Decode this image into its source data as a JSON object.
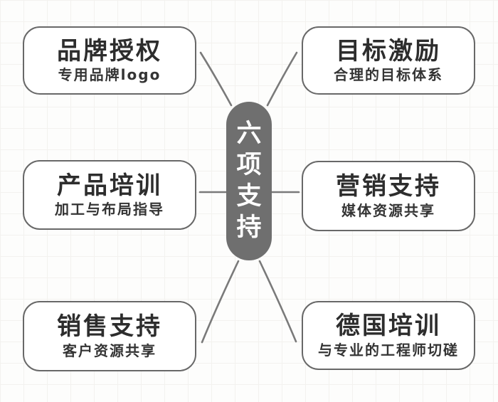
{
  "diagram": {
    "center": {
      "label": "六项支持"
    },
    "nodes": [
      {
        "id": "brand-authorization",
        "title": "品牌授权",
        "subtitle": "专用品牌logo",
        "position": "top-left"
      },
      {
        "id": "goal-incentive",
        "title": "目标激励",
        "subtitle": "合理的目标体系",
        "position": "top-right"
      },
      {
        "id": "product-training",
        "title": "产品培训",
        "subtitle": "加工与布局指导",
        "position": "middle-left"
      },
      {
        "id": "marketing-support",
        "title": "营销支持",
        "subtitle": "媒体资源共享",
        "position": "middle-right"
      },
      {
        "id": "sales-support",
        "title": "销售支持",
        "subtitle": "客户资源共享",
        "position": "bottom-left"
      },
      {
        "id": "germany-training",
        "title": "德国培训",
        "subtitle": "与专业的工程师切磋",
        "position": "bottom-right"
      }
    ],
    "colors": {
      "center_background": "#6f6f6f",
      "center_text": "#ffffff",
      "node_border": "#686868",
      "node_text": "#2d2d2d",
      "connector": "#7a7a7a",
      "grid_line": "#f3f2ef",
      "background": "#fdfdfc"
    }
  }
}
